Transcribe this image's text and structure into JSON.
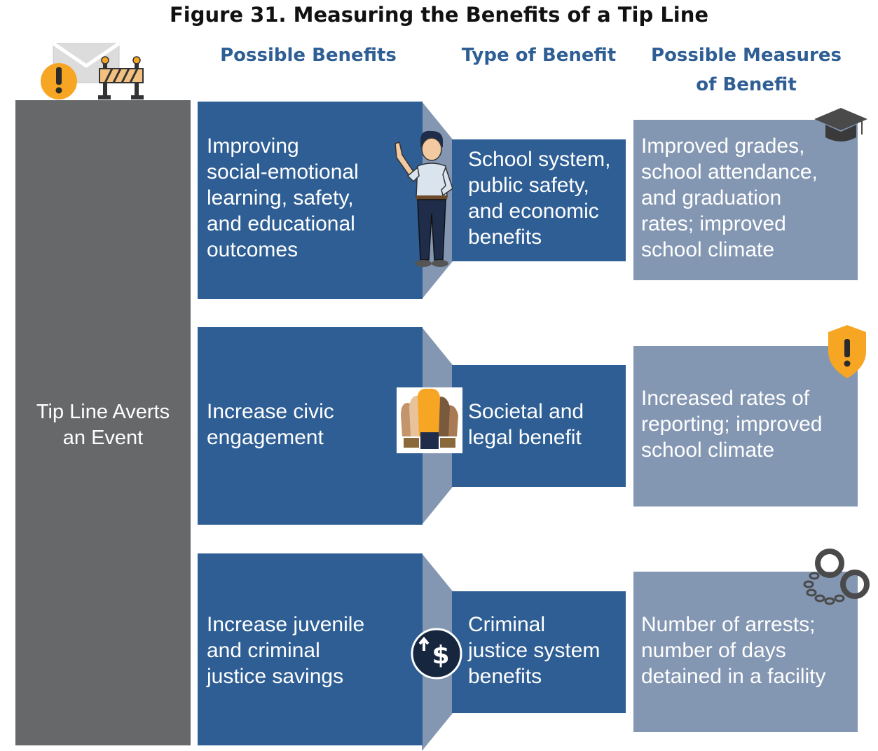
{
  "title": "Figure 31. Measuring the Benefits of a Tip Line",
  "headers": {
    "possible_benefits": "Possible Benefits",
    "type_of_benefit": "Type of Benefit",
    "possible_measures_line1": "Possible Measures",
    "possible_measures_line2": "of Benefit"
  },
  "left_bar": {
    "line1": "Tip Line Averts",
    "line2": "an Event"
  },
  "rows": [
    {
      "benefit": [
        "Improving",
        "social-emotional",
        "learning, safety,",
        "and educational",
        "outcomes"
      ],
      "type": [
        "School system,",
        "public safety,",
        "and economic",
        "benefits"
      ],
      "measure": [
        "Improved grades,",
        "school attendance,",
        "and graduation",
        "rates; improved",
        "school climate"
      ],
      "center_icon": "person-waving-icon",
      "corner_icon": "graduation-cap-icon"
    },
    {
      "benefit": [
        "Increase civic",
        "engagement"
      ],
      "type": [
        "Societal and",
        "legal benefit"
      ],
      "measure": [
        "Increased rates of",
        "reporting; improved",
        "school climate"
      ],
      "center_icon": "raised-hands-icon",
      "corner_icon": "warning-shield-icon"
    },
    {
      "benefit": [
        "Increase juvenile",
        "and criminal",
        "justice savings"
      ],
      "type": [
        "Criminal",
        "justice system",
        "benefits"
      ],
      "measure": [
        "Number of arrests;",
        "number of days",
        "detained in a facility"
      ],
      "center_icon": "dollar-savings-icon",
      "corner_icon": "handcuffs-icon"
    }
  ],
  "colors": {
    "dark_blue": "#2e5e94",
    "funnel_blue": "#8396b2",
    "gray": "#67686a",
    "heading_blue": "#2e5e94",
    "accent_orange": "#f6a623"
  },
  "top_icons": [
    "envelope-icon",
    "exclamation-icon",
    "barricade-icon"
  ]
}
